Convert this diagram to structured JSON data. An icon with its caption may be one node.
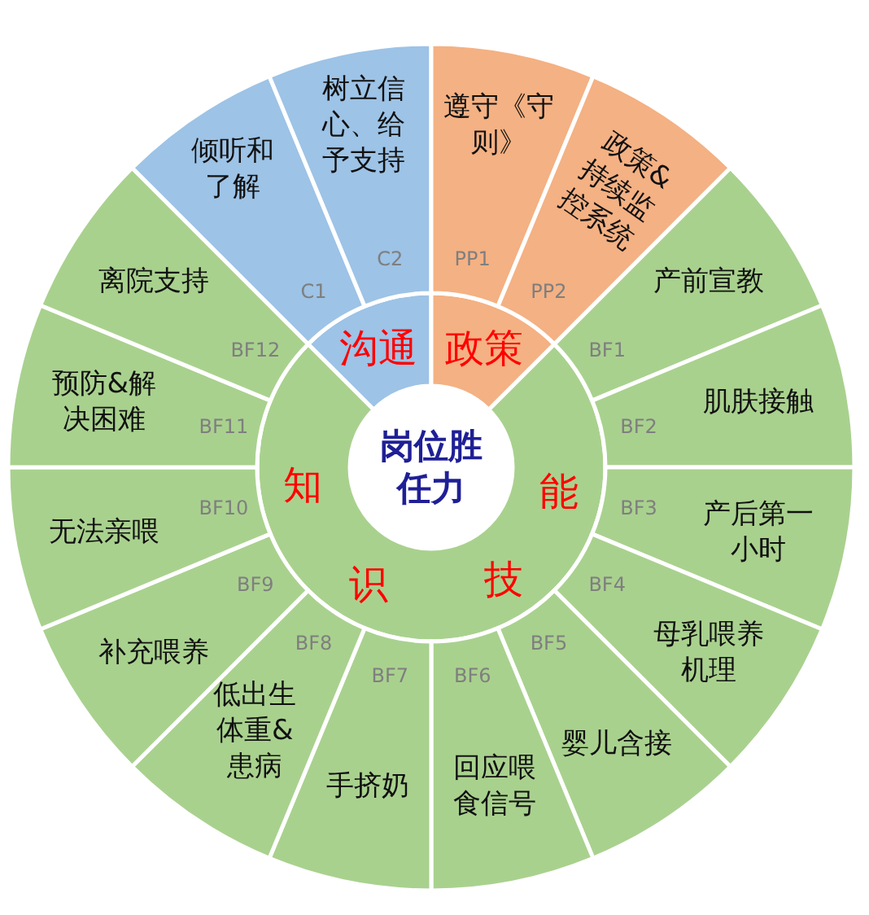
{
  "diagram": {
    "nodes": [
      {
        "text": [
          "岗位胜任力"
        ]
      },
      {
        "text": [
          "沟通"
        ]
      },
      {
        "text": [
          "政策"
        ]
      },
      {
        "text": [
          "知",
          "识",
          "技",
          "能"
        ]
      },
      {
        "text": [
          "倾听和了解",
          "C1"
        ]
      },
      {
        "text": [
          "树立信心、给予支持",
          "C2"
        ]
      },
      {
        "text": [
          "遵守《守则》",
          "PP1"
        ]
      },
      {
        "text": [
          "政策&持续监控系统",
          "PP2"
        ]
      },
      {
        "text": [
          "产前宣教",
          "BF1"
        ]
      },
      {
        "text": [
          "肌肤接触",
          "BF2"
        ]
      },
      {
        "text": [
          "BF3",
          "产后第一小时"
        ]
      },
      {
        "text": [
          "BF4",
          "母乳喂养机理"
        ]
      },
      {
        "text": [
          "BF5",
          "婴儿含接"
        ]
      },
      {
        "text": [
          "BF6",
          "回应喂食信号"
        ]
      },
      {
        "text": [
          "BF7",
          "手挤奶"
        ]
      },
      {
        "text": [
          "BF8",
          "低出生体重&患病"
        ]
      },
      {
        "text": [
          "BF9",
          "补充喂养"
        ]
      },
      {
        "text": [
          "BF10",
          "无法亲喂"
        ]
      },
      {
        "text": [
          "预防&解决困难",
          "BF11"
        ]
      },
      {
        "text": [
          "离院支持",
          "BF12"
        ]
      }
    ]
  }
}
